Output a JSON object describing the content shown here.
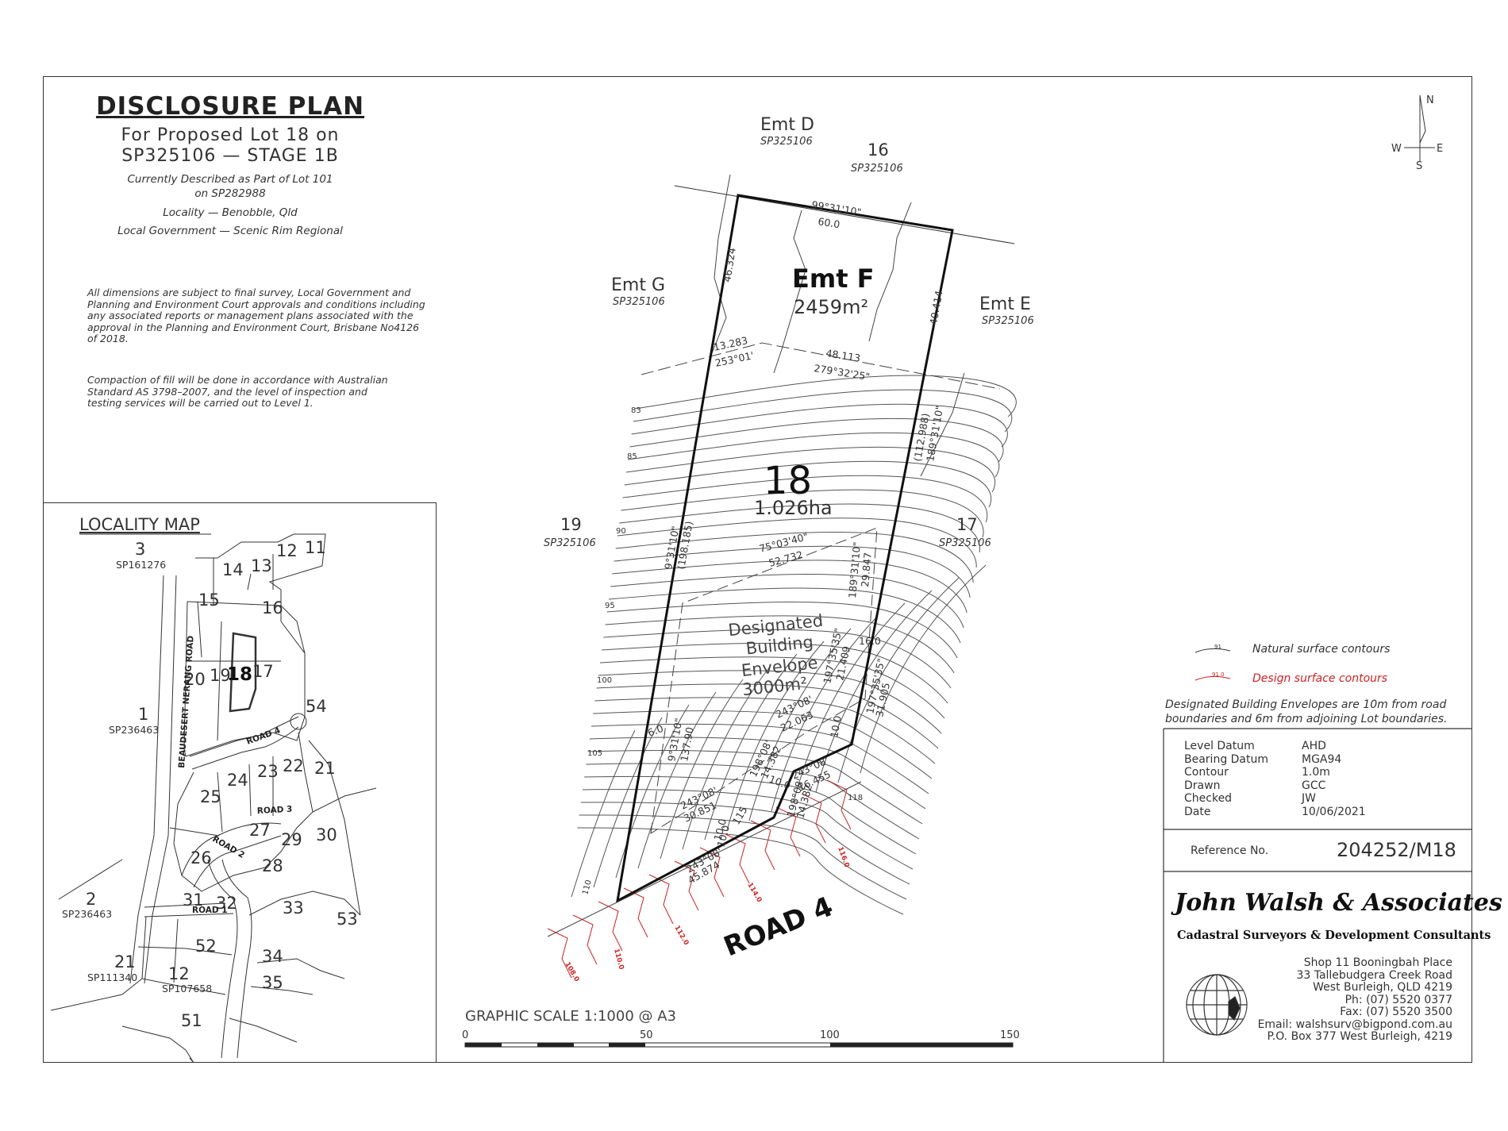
{
  "title": {
    "heading": "DISCLOSURE PLAN",
    "line1": "For Proposed Lot 18 on",
    "line2": "SP325106 — STAGE 1B",
    "described1": "Currently Described as Part of Lot 101",
    "described2": "on SP282988",
    "locality": "Locality — Benobble, Qld",
    "government": "Local Government — Scenic Rim Regional"
  },
  "notes": {
    "dimensions": [
      "All dimensions are subject to final survey, Local Government and",
      "Planning and Environment Court approvals and conditions including",
      "any associated reports or management plans associated with the",
      "approval in the Planning and Environment Court, Brisbane No4126",
      "of 2018."
    ],
    "compaction": [
      "Compaction of fill will be done in accordance with Australian",
      "Standard AS 3798–2007, and the level of inspection and",
      "testing services will be carried out to Level 1."
    ]
  },
  "locality_map": {
    "title": "LOCALITY MAP",
    "road_names": [
      "BEAUDESERT NERANG ROAD",
      "ROAD 4",
      "ROAD 3",
      "ROAD 2",
      "ROAD 1"
    ],
    "lots": [
      "3",
      "SP161276",
      "14",
      "13",
      "12",
      "11",
      "15",
      "16",
      "20",
      "19",
      "18",
      "17",
      "54",
      "1",
      "SP236463",
      "24",
      "23",
      "22",
      "21",
      "25",
      "27",
      "29",
      "30",
      "26",
      "28",
      "31",
      "32",
      "33",
      "53",
      "2",
      "SP236463",
      "52",
      "34",
      "21",
      "SP111340",
      "12",
      "SP107658",
      "35",
      "51"
    ]
  },
  "plan": {
    "lot_number": "18",
    "lot_area": "1.026ha",
    "easement_f": "Emt F",
    "easement_f_area": "2459m²",
    "labels": {
      "emt_d": "Emt D",
      "emt_d_sp": "SP325106",
      "lot16": "16",
      "lot16_sp": "SP325106",
      "emt_g": "Emt G",
      "emt_g_sp": "SP325106",
      "emt_e": "Emt E",
      "emt_e_sp": "SP325106",
      "lot19": "19",
      "lot19_sp": "SP325106",
      "lot17": "17",
      "lot17_sp": "SP325106",
      "road": "ROAD 4"
    },
    "envelope": [
      "Designated",
      "Building",
      "Envelope",
      "3000m²"
    ],
    "dimensions": [
      "99°31'10\"",
      "60.0",
      "46.324",
      "40.414",
      "13.283",
      "253°01'",
      "48.113",
      "279°32'25\"",
      "(112.988)",
      "189°31'10\"",
      "9°31'10\"",
      "(198.185)",
      "75°03'40\"",
      "52.732",
      "189°31'10\"",
      "29.847",
      "16.0",
      "197°35'35\"",
      "21.409",
      "197°35'35\"",
      "31.905",
      "243°08'",
      "22.063",
      "10.0",
      "198°08'",
      "14.382",
      "10.0",
      "243°08'",
      "16.455",
      "198°08'",
      "14.382",
      "243°08'",
      "30.851",
      "10.0",
      "243°08'",
      "45.874",
      "9°31'10\"",
      "137.90",
      "6.0",
      "10.0",
      "115"
    ],
    "contour_labels": [
      "83",
      "85",
      "90",
      "95",
      "100",
      "105",
      "110",
      "118"
    ],
    "design_contour_labels": [
      "108.0",
      "110.0",
      "112.0",
      "114.0",
      "116.0"
    ]
  },
  "legend": {
    "natural_sample": "91",
    "natural": "Natural surface contours",
    "design_sample": "91.0",
    "design": "Design surface contours",
    "envelope_note1": "Designated Building Envelopes are 10m from road",
    "envelope_note2": "boundaries and 6m from adjoining Lot boundaries."
  },
  "info_table": [
    {
      "label": "Level Datum",
      "value": "AHD"
    },
    {
      "label": "Bearing Datum",
      "value": "MGA94"
    },
    {
      "label": "Contour",
      "value": "1.0m"
    },
    {
      "label": "Drawn",
      "value": "GCC"
    },
    {
      "label": "Checked",
      "value": "JW"
    },
    {
      "label": "Date",
      "value": "10/06/2021"
    }
  ],
  "reference": {
    "label": "Reference No.",
    "value": "204252/M18"
  },
  "company": {
    "name": "John Walsh & Associates",
    "tagline": "Cadastral Surveyors & Development Consultants",
    "address": [
      "Shop 11 Booningbah Place",
      "33 Tallebudgera Creek Road",
      "West Burleigh, QLD 4219",
      "Ph: (07) 5520 0377",
      "Fax: (07) 5520 3500",
      "Email: walshsurv@bigpond.com.au",
      "P.O. Box 377 West Burleigh, 4219"
    ]
  },
  "scale": {
    "title": "GRAPHIC SCALE 1:1000 @ A3",
    "ticks": [
      "0",
      "50",
      "100",
      "150"
    ]
  },
  "north": {
    "n": "N",
    "s": "S",
    "e": "E",
    "w": "W"
  },
  "colors": {
    "line": "#222222",
    "design_contour": "#cc2222",
    "contour": "#555555"
  }
}
